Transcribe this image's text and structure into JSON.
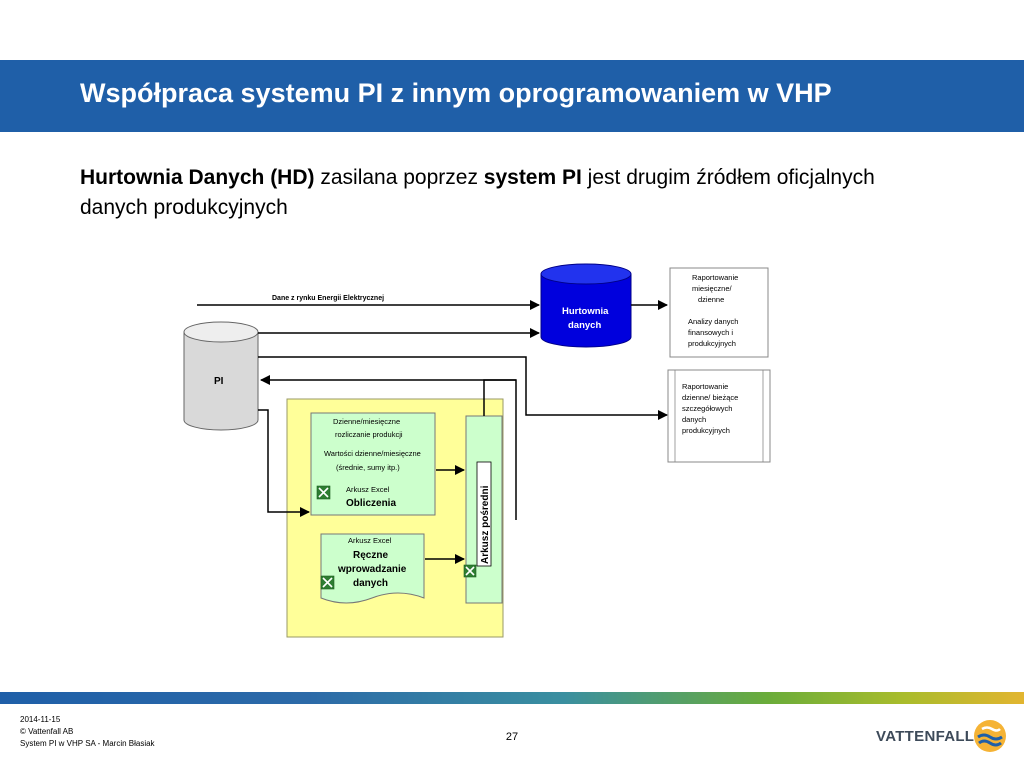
{
  "title": "Współpraca systemu PI z innym oprogramowaniem w VHP",
  "intro": {
    "hd_bold": "Hurtownia Danych (HD)",
    "text1": " zasilana poprzez ",
    "pi_bold": "system PI",
    "text2": " jest drugim źródłem oficjalnych danych produkcyjnych"
  },
  "diagram": {
    "market_data_label": "Dane z rynku Energii Elektrycznej",
    "pi_label": "PI",
    "warehouse_line1": "Hurtownia",
    "warehouse_line2": "danych",
    "report1": {
      "line1": "Raportowanie",
      "line2": "miesięczne/",
      "line3": "dzienne",
      "line4": "Analizy danych",
      "line5": "finansowych i",
      "line6": "produkcyjnych"
    },
    "report2": {
      "line1": "Raportowanie",
      "line2": "dzienne/ bieżące",
      "line3": "szczegółowych",
      "line4": "danych",
      "line5": "produkcyjnych"
    },
    "calc": {
      "line1": "Dzienne/miesięczne",
      "line2": "rozliczanie produkcji",
      "line3": "Wartości dzienne/miesięczne",
      "line4": "(średnie, sumy itp.)",
      "line5": "Arkusz Excel",
      "title": "Obliczenia"
    },
    "manual": {
      "line1": "Arkusz Excel",
      "title1": "Ręczne",
      "title2": "wprowadzanie",
      "title3": "danych"
    },
    "intermediate": "Arkusz pośredni"
  },
  "colors": {
    "title_bar": "#1f5fa8",
    "warehouse": "#0000dd",
    "pi_cylinder": "#d9d9d9",
    "yellow_area": "#ffff99",
    "green_box": "#ccffcc",
    "excel_icon": "#2e7d32"
  },
  "footer": {
    "date": "2014-11-15",
    "copyright": "© Vattenfall AB",
    "subtitle": "System PI w VHP SA - Marcin Błasiak",
    "page": "27",
    "brand": "VATTENFALL"
  }
}
